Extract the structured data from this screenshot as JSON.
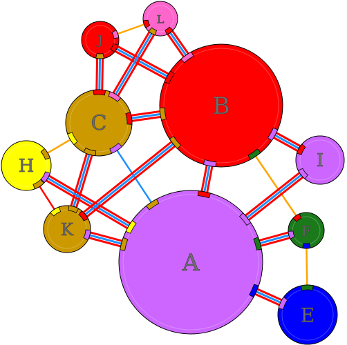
{
  "diagram": {
    "nodes": [
      {
        "id": "A",
        "label": "A",
        "color": "#cc66ff"
      },
      {
        "id": "B",
        "label": "B",
        "color": "#ff0000"
      },
      {
        "id": "C",
        "label": "C",
        "color": "#cc9900"
      },
      {
        "id": "E",
        "label": "E",
        "color": "#0000ff"
      },
      {
        "id": "F",
        "label": "F",
        "color": "#1a7a1a"
      },
      {
        "id": "H",
        "label": "H",
        "color": "#ffff00"
      },
      {
        "id": "I",
        "label": "I",
        "color": "#cc66ff"
      },
      {
        "id": "J",
        "label": "J",
        "color": "#ff0000"
      },
      {
        "id": "K",
        "label": "K",
        "color": "#cc9900"
      },
      {
        "id": "L",
        "label": "L",
        "color": "#ff66cc"
      }
    ],
    "edges": [
      {
        "from": "J",
        "to": "L",
        "style": "orange"
      },
      {
        "from": "J",
        "to": "C",
        "style": "triple"
      },
      {
        "from": "J",
        "to": "B",
        "style": "triple"
      },
      {
        "from": "L",
        "to": "B",
        "style": "triple"
      },
      {
        "from": "L",
        "to": "C",
        "style": "triple"
      },
      {
        "from": "C",
        "to": "B",
        "style": "triple"
      },
      {
        "from": "C",
        "to": "H",
        "style": "orange"
      },
      {
        "from": "C",
        "to": "K",
        "style": "triple"
      },
      {
        "from": "C",
        "to": "A",
        "style": "blue"
      },
      {
        "from": "H",
        "to": "K",
        "style": "red"
      },
      {
        "from": "H",
        "to": "A",
        "style": "triple"
      },
      {
        "from": "K",
        "to": "B",
        "style": "triple"
      },
      {
        "from": "K",
        "to": "A",
        "style": "triple"
      },
      {
        "from": "B",
        "to": "A",
        "style": "triple"
      },
      {
        "from": "B",
        "to": "I",
        "style": "triple"
      },
      {
        "from": "B",
        "to": "F",
        "style": "orange"
      },
      {
        "from": "I",
        "to": "A",
        "style": "triple"
      },
      {
        "from": "F",
        "to": "A",
        "style": "triple"
      },
      {
        "from": "F",
        "to": "E",
        "style": "orange"
      },
      {
        "from": "E",
        "to": "A",
        "style": "triple"
      }
    ],
    "edge_colors": {
      "red": "#ff0000",
      "blue": "#1e90ff",
      "orange": "#ffa500"
    }
  }
}
